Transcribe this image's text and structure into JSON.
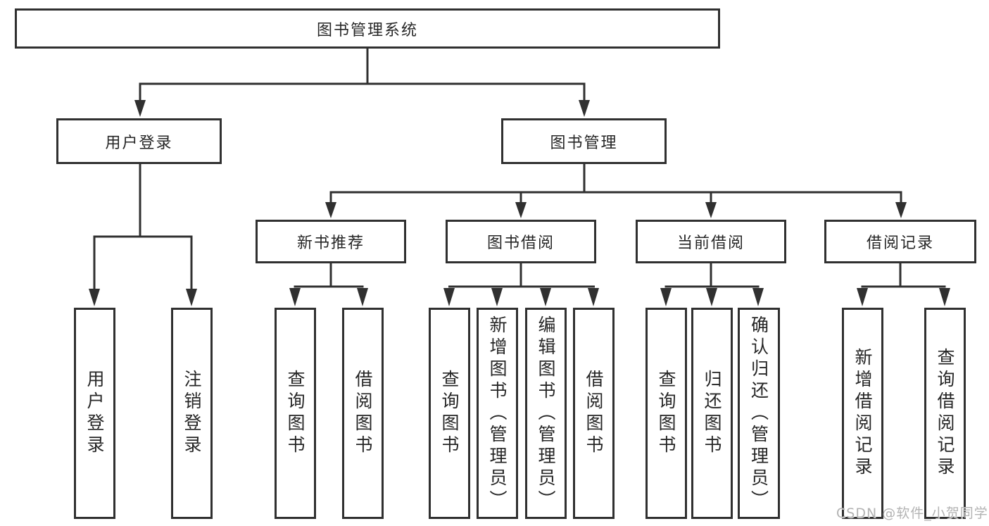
{
  "colors": {
    "line": "#303030",
    "text": "#262626",
    "watermark": "#b3b3b3",
    "background": "#ffffff"
  },
  "watermark": {
    "text": "CSDN @软件_小贺同学"
  },
  "tree": {
    "root": "图书管理系统",
    "branches": [
      {
        "label": "用户登录",
        "children": [
          "用户登录",
          "注销登录"
        ]
      },
      {
        "label": "图书管理",
        "subgroups": [
          {
            "label": "新书推荐",
            "children": [
              "查询图书",
              "借阅图书"
            ]
          },
          {
            "label": "图书借阅",
            "children": [
              "查询图书",
              "新增图书（管理员）",
              "编辑图书（管理员）",
              "借阅图书"
            ]
          },
          {
            "label": "当前借阅",
            "children": [
              "查询图书",
              "归还图书",
              "确认归还（管理员）"
            ]
          },
          {
            "label": "借阅记录",
            "children": [
              "新增借阅记录",
              "查询借阅记录"
            ]
          }
        ]
      }
    ]
  }
}
